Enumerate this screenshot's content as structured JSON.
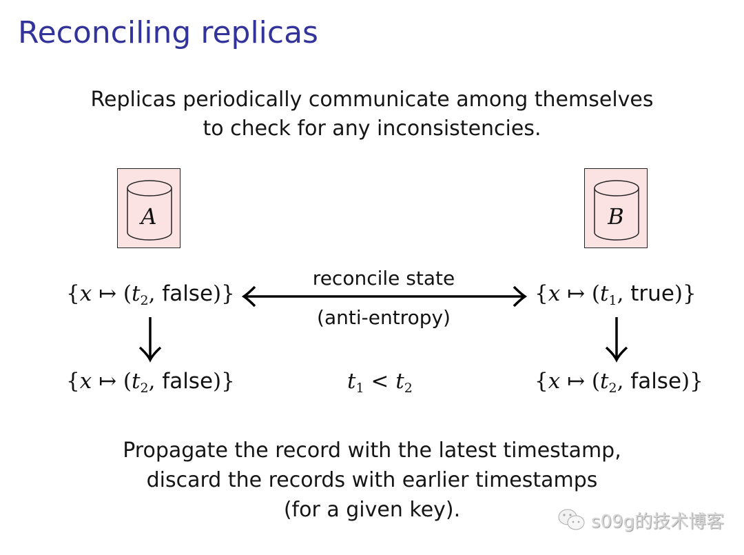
{
  "slide": {
    "title": "Reconciling replicas",
    "intro_lines": [
      "Replicas periodically communicate among themselves",
      "to check for any inconsistencies."
    ],
    "replicas": [
      {
        "label": "A",
        "fill": "#fce3e3"
      },
      {
        "label": "B",
        "fill": "#fce3e3"
      }
    ],
    "states": {
      "a_before": {
        "key": "x",
        "ts": "t",
        "ts_sub": "2",
        "value": "false"
      },
      "b_before": {
        "key": "x",
        "ts": "t",
        "ts_sub": "1",
        "value": "true"
      },
      "a_after": {
        "key": "x",
        "ts": "t",
        "ts_sub": "2",
        "value": "false"
      },
      "b_after": {
        "key": "x",
        "ts": "t",
        "ts_sub": "2",
        "value": "false"
      }
    },
    "edge": {
      "top_label": "reconcile state",
      "bottom_label": "(anti-entropy)"
    },
    "condition": {
      "lhs": "t",
      "lhs_sub": "1",
      "op": "<",
      "rhs": "t",
      "rhs_sub": "2"
    },
    "outro_lines": [
      "Propagate the record with the latest timestamp,",
      "discard the records with earlier timestamps",
      "(for a given key)."
    ],
    "title_color": "#33339c"
  },
  "watermark": {
    "icon": "wechat-icon",
    "text": "s09g的技术博客"
  }
}
